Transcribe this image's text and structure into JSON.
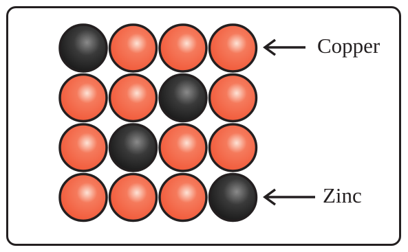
{
  "labels": {
    "copper": "Copper",
    "zinc": "Zinc"
  },
  "lattice": {
    "rows": [
      [
        "zinc",
        "copper",
        "copper",
        "copper"
      ],
      [
        "copper",
        "copper",
        "zinc",
        "copper"
      ],
      [
        "copper",
        "zinc",
        "copper",
        "copper"
      ],
      [
        "copper",
        "copper",
        "copper",
        "zinc"
      ]
    ]
  },
  "colors": {
    "copper_atom": "#f15a3a",
    "copper_highlight": "#fde3d6",
    "zinc_atom": "#1c1c1c",
    "zinc_highlight": "#8a8a8a",
    "outline": "#231f20",
    "arrow": "#231f20"
  }
}
